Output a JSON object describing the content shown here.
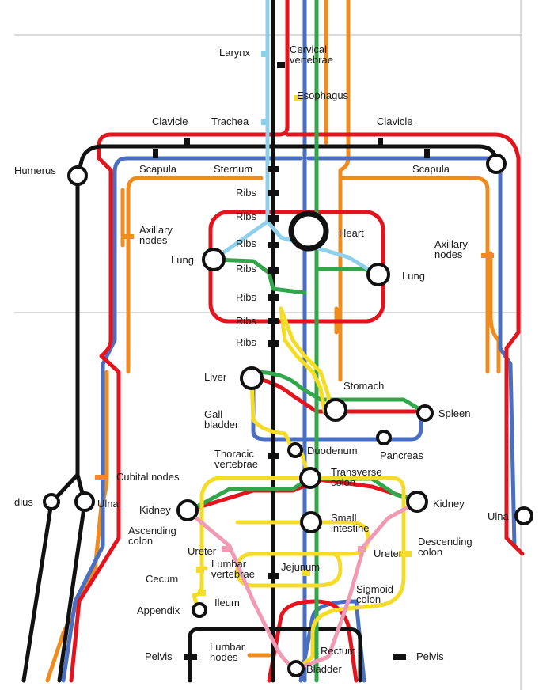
{
  "colors": {
    "black": "#111111",
    "red": "#e3141e",
    "blue": "#4a6fc0",
    "orange": "#f08c1e",
    "green": "#31a64a",
    "yellow": "#f5dc28",
    "lightblue": "#8fd0ea",
    "pink": "#f09ab4",
    "grid": "#cfcfcf"
  },
  "labels": {
    "larynx": "Larynx",
    "cervical": "Cervical\nvertebrae",
    "esophagus": "Esophagus",
    "clavicle_left": "Clavicle",
    "trachea": "Trachea",
    "clavicle_right": "Clavicle",
    "humerus": "Humerus",
    "scapula_left": "Scapula",
    "sternum": "Sternum",
    "scapula_right": "Scapula",
    "ribs_1": "Ribs",
    "ribs_2": "Ribs",
    "ribs_3": "Ribs",
    "ribs_4": "Ribs",
    "ribs_5": "Ribs",
    "ribs_6": "Ribs",
    "ribs_7": "Ribs",
    "heart": "Heart",
    "axillary_left": "Axillary\nnodes",
    "axillary_right": "Axillary\nnodes",
    "lung_left": "Lung",
    "lung_right": "Lung",
    "liver": "Liver",
    "stomach": "Stomach",
    "spleen": "Spleen",
    "gallbladder": "Gall\nbladder",
    "pancreas": "Pancreas",
    "thoracic": "Thoracic\nvertebrae",
    "duodenum": "Duodenum",
    "transverse": "Transverse\ncolon",
    "cubital": "Cubital nodes",
    "radius": "dius",
    "ulna_left": "Ulna",
    "ulna_right": "Ulna",
    "kidney_left": "Kidney",
    "kidney_right": "Kidney",
    "small_intestine": "Small\nintestine",
    "ascending": "Ascending\ncolon",
    "descending": "Descending\ncolon",
    "ureter_left": "Ureter",
    "ureter_right": "Ureter",
    "lumbar": "Lumbar\nvertebrae",
    "jejunum": "Jejunum",
    "cecum": "Cecum",
    "ileum": "Ileum",
    "sigmoid": "Sigmoid\ncolon",
    "appendix": "Appendix",
    "pelvis_left": "Pelvis",
    "pelvis_right": "Pelvis",
    "lumbar_nodes": "Lumbar\nnodes",
    "rectum": "Rectum",
    "bladder": "Bladder"
  }
}
